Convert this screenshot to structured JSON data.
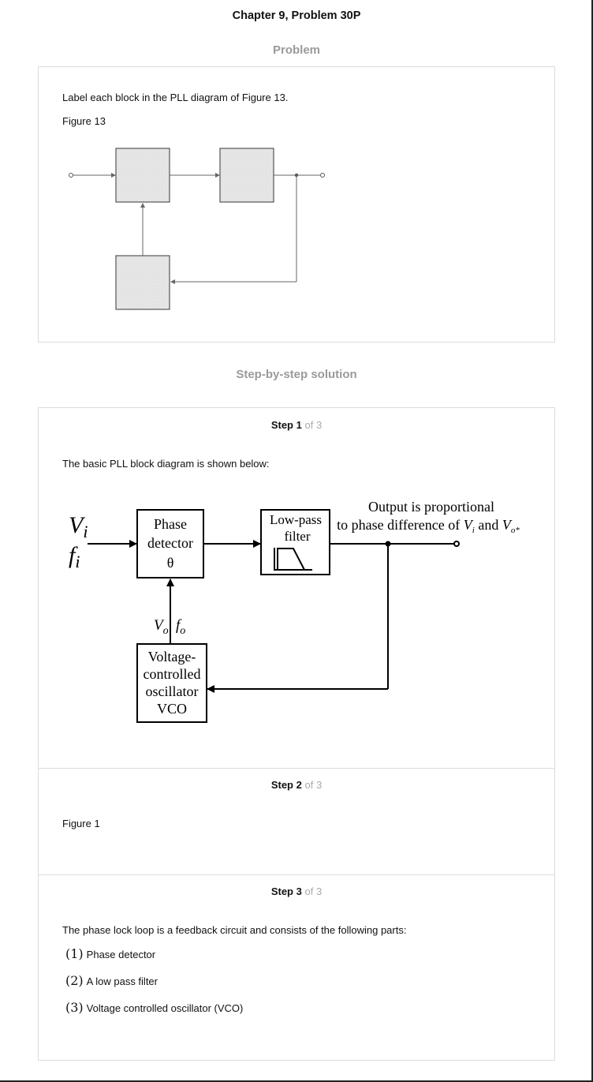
{
  "header": {
    "chapter_title": "Chapter 9, Problem 30P"
  },
  "problem": {
    "heading": "Problem",
    "statement": "Label each block in the PLL diagram of Figure 13.",
    "figure_label": "Figure 13"
  },
  "solution": {
    "heading": "Step-by-step solution",
    "steps": [
      {
        "word": "Step",
        "number": "1",
        "of_text": "of 3",
        "text": "The basic PLL block diagram is shown below:"
      },
      {
        "word": "Step",
        "number": "2",
        "of_text": "of 3",
        "text": "Figure 1"
      },
      {
        "word": "Step",
        "number": "3",
        "of_text": "of 3",
        "text": "The phase lock loop is a feedback circuit and consists of the following parts:",
        "items": [
          {
            "marker": "(1)",
            "label": "Phase detector"
          },
          {
            "marker": "(2)",
            "label": "A low pass filter"
          },
          {
            "marker": "(3)",
            "label": "Voltage controlled oscillator (VCO)"
          }
        ]
      }
    ]
  },
  "pll_diagram": {
    "input_v": "V",
    "input_v_sub": "i",
    "input_f": "f",
    "input_f_sub": "i",
    "phase_detector": [
      "Phase",
      "detector",
      "θ"
    ],
    "low_pass_filter": [
      "Low-pass",
      "filter"
    ],
    "output_note_line1": "Output is proportional",
    "output_note_line2_a": "to phase difference of ",
    "output_note_v1": "V",
    "output_note_v1_sub": "i",
    "output_note_and": " and ",
    "output_note_v2": "V",
    "output_note_v2_sub": "o*",
    "feedback_v": "V",
    "feedback_v_sub": "o",
    "feedback_f": "f",
    "feedback_f_sub": "o",
    "vco": [
      "Voltage-",
      "controlled",
      "oscillator",
      "VCO"
    ]
  },
  "colors": {
    "heading_gray": "#9a9a9a",
    "border": "#dcdcdc",
    "block_fill": "#e4e4e4"
  }
}
